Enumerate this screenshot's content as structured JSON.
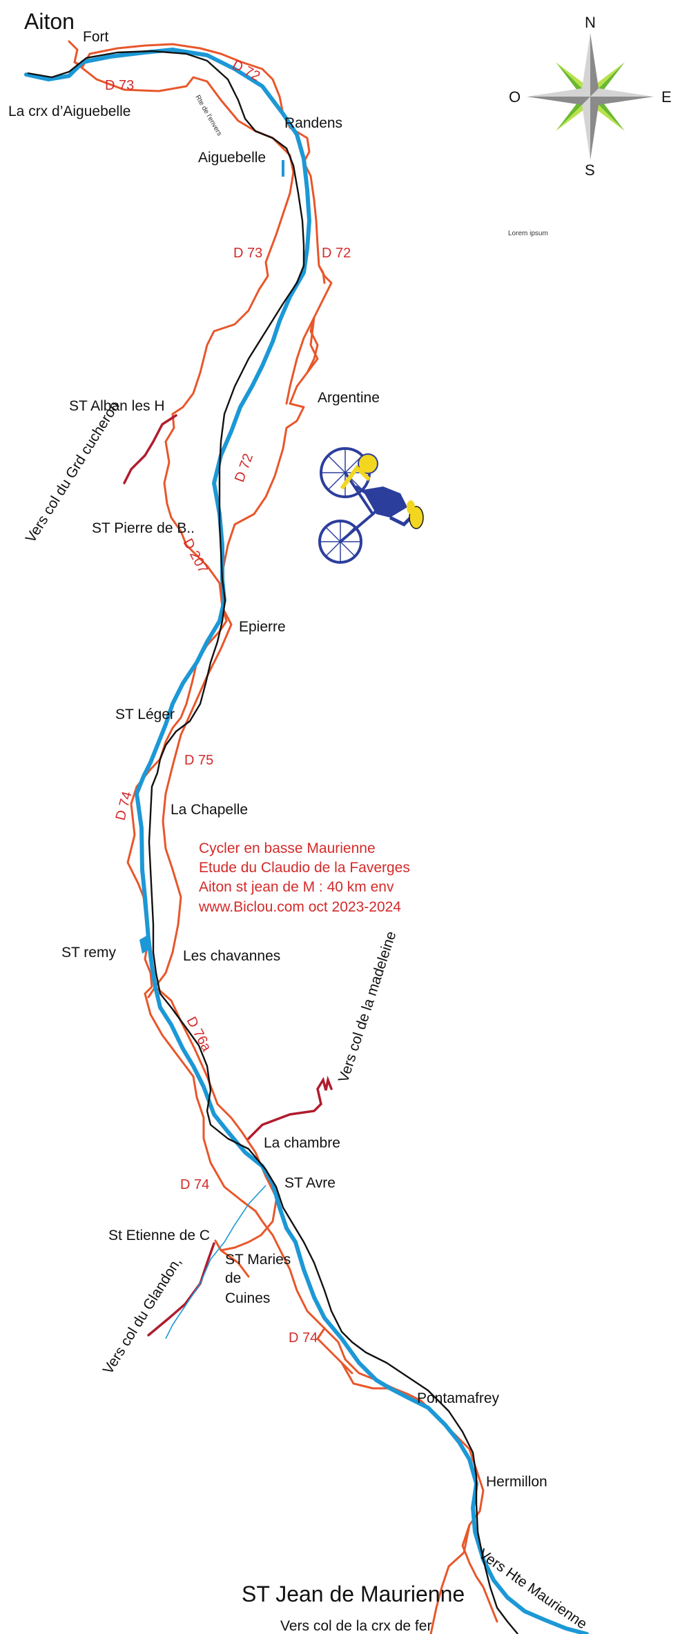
{
  "places": {
    "aiton": "Aiton",
    "fort": "Fort",
    "crx_aiguebelle": "La crx d’Aiguebelle",
    "randens": "Randens",
    "aiguebelle": "Aiguebelle",
    "argentine": "Argentine",
    "st_alban": "ST Alban les H",
    "st_pierre": "ST Pierre de B..",
    "epierre": "Epierre",
    "st_leger": "ST Léger",
    "la_chapelle": "La Chapelle",
    "st_remy": "ST remy",
    "les_chavannes": "Les chavannes",
    "la_chambre": "La chambre",
    "st_avre": "ST Avre",
    "st_etienne": "St Etienne de C",
    "st_maries_1": "ST Maries",
    "st_maries_2": "de",
    "st_maries_3": "Cuines",
    "pontamafrey": "Pontamafrey",
    "hermillon": "Hermillon",
    "st_jean": "ST Jean de Maurienne"
  },
  "roads": {
    "d72_top": "D 72",
    "d73_top": "D 73",
    "rte_envers": "Rte de l'envers",
    "d73_mid": "D 73",
    "d72_mid": "D 72",
    "d72_low": "D 72",
    "d207": "D 207",
    "d75": "D 75",
    "d74_a": "D 74",
    "d76a": "D 76a",
    "d74_b": "D 74",
    "d74_c": "D 74"
  },
  "directions": {
    "grd_cucheron": "Vers col du Grd cucheron",
    "madeleine": "Vers col de la madeleine",
    "glandon": "Vers col du Glandon,",
    "hte_maurienne": "Vers Hte Maurienne",
    "crx_de_fer": "Vers col de la crx de fer"
  },
  "credits": {
    "line1": "Cycler en basse Maurienne",
    "line2": "Etude du Claudio de la Faverges",
    "line3": "Aiton st jean de M : 40 km env",
    "line4": "www.Biclou.com oct 2023-2024"
  },
  "placeholder_text": "Lorem ipsum",
  "compass": {
    "north": "N",
    "south": "S",
    "east": "E",
    "west": "O"
  },
  "colors": {
    "road": "#e8562a",
    "river": "#1c98d6",
    "rail": "#111111",
    "col_road": "#b01c2e",
    "label_red": "#d42a2a"
  },
  "icons": [
    "compass-rose-icon",
    "cyclist-icon"
  ]
}
